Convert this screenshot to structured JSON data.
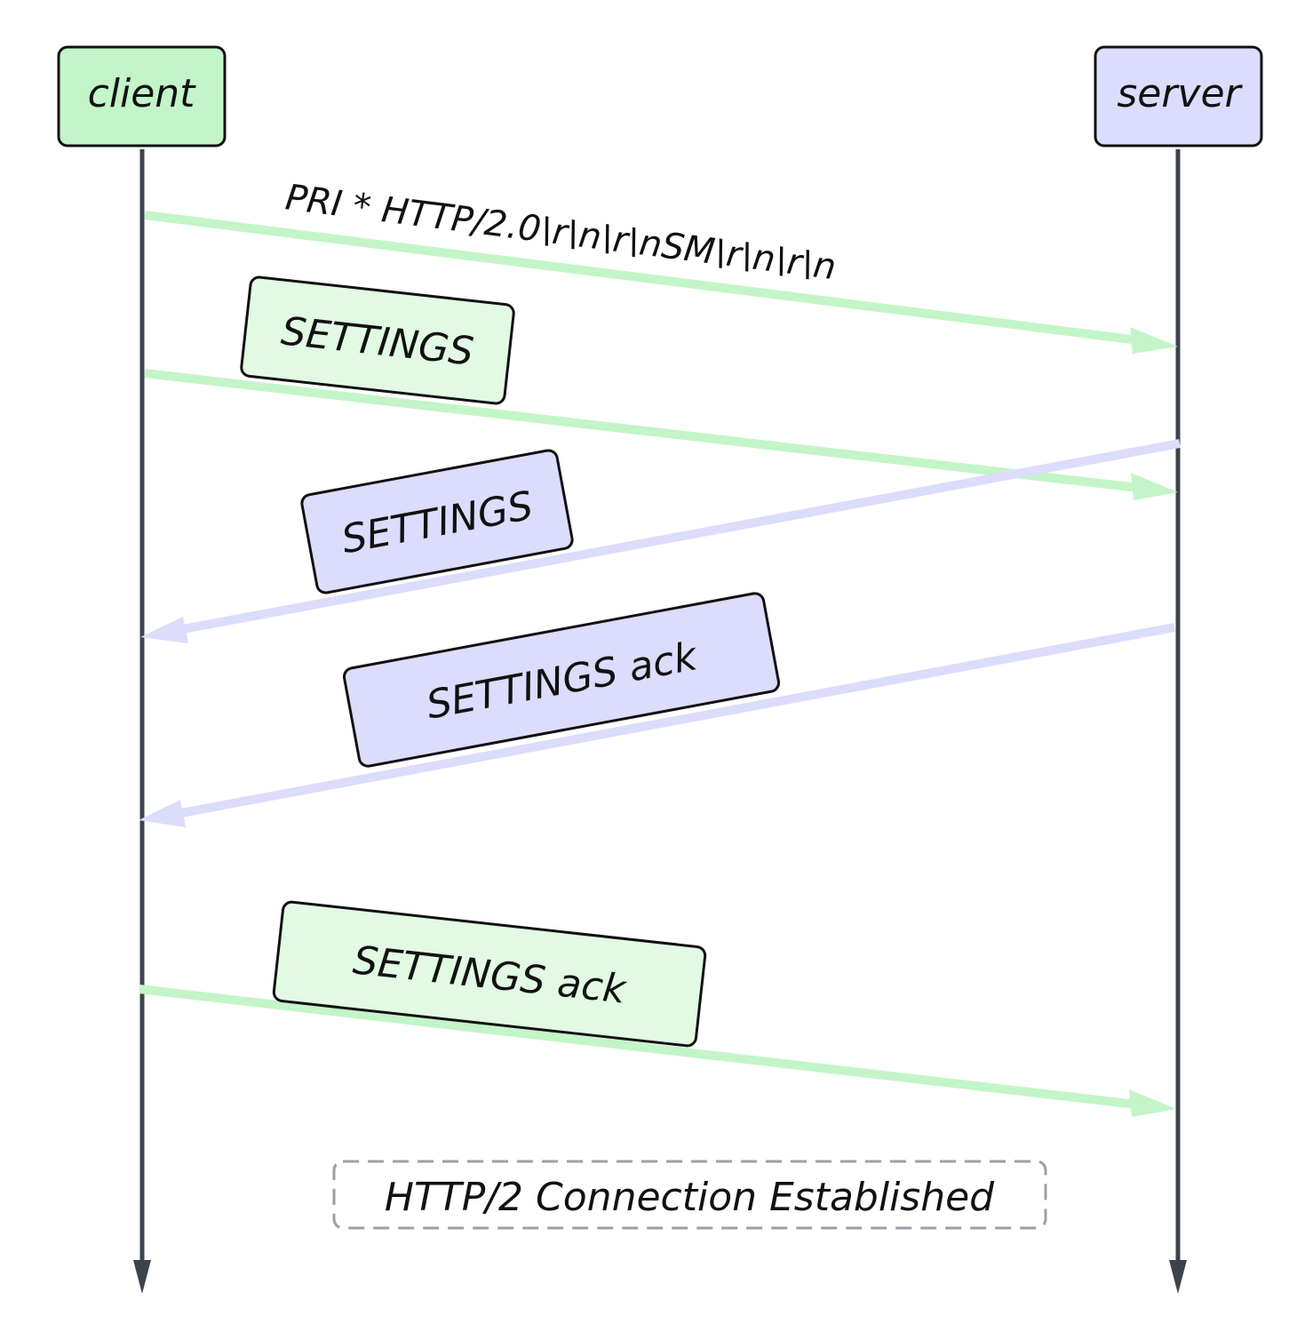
{
  "participants": {
    "client": {
      "label": "client",
      "fill": "#c3f5c8"
    },
    "server": {
      "label": "server",
      "fill": "#dcdcfc"
    }
  },
  "messages": [
    {
      "from": "client",
      "to": "server",
      "label": "PRI * HTTP/2.0\\r\\n\\r\\nSM\\r\\n\\r\\n",
      "boxed": false
    },
    {
      "from": "client",
      "to": "server",
      "label": "SETTINGS",
      "boxed": true
    },
    {
      "from": "server",
      "to": "client",
      "label": "SETTINGS",
      "boxed": true
    },
    {
      "from": "server",
      "to": "client",
      "label": "SETTINGS ack",
      "boxed": true
    },
    {
      "from": "client",
      "to": "server",
      "label": "SETTINGS ack",
      "boxed": true
    }
  ],
  "note": {
    "label": "HTTP/2 Connection Established"
  },
  "colors": {
    "client_arrow": "#c3f5c8",
    "server_arrow": "#dcdcfc",
    "client_label_fill": "#e2f9e4",
    "server_label_fill": "#dcdcfc",
    "lifeline": "#3d434c",
    "note_border": "#9aa0a6"
  }
}
